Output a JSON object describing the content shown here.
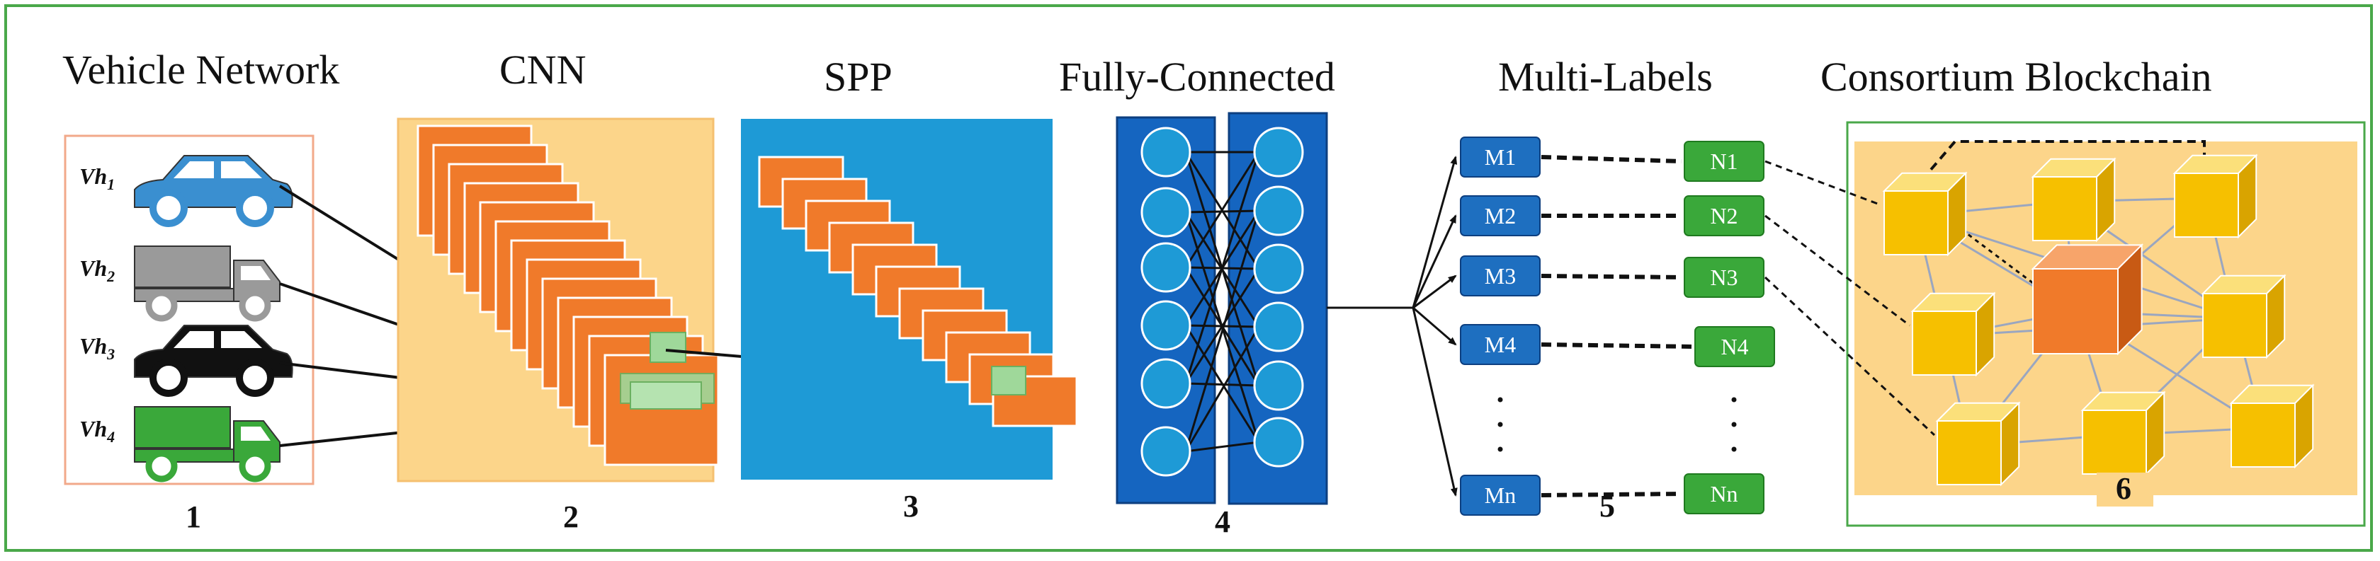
{
  "stages": {
    "vehicle_network": "Vehicle  Network",
    "cnn": "CNN",
    "spp": "SPP",
    "fully_connected": "Fully-Connected",
    "multi_labels": "Multi-Labels",
    "blockchain": "Consortium Blockchain"
  },
  "numbers": {
    "n1": "1",
    "n2": "2",
    "n3": "3",
    "n4": "4",
    "n5": "5",
    "n6": "6"
  },
  "vehicles": [
    {
      "base": "Vh",
      "sub": "1",
      "color": "#3a8fd0",
      "kind": "car"
    },
    {
      "base": "Vh",
      "sub": "2",
      "color": "#9a9a9a",
      "kind": "truck"
    },
    {
      "base": "Vh",
      "sub": "3",
      "color": "#111111",
      "kind": "car"
    },
    {
      "base": "Vh",
      "sub": "4",
      "color": "#3aa83a",
      "kind": "truck"
    }
  ],
  "m_labels": [
    "M1",
    "M2",
    "M3",
    "M4",
    "Mn"
  ],
  "n_labels": [
    "N1",
    "N2",
    "N3",
    "N4",
    "Nn"
  ],
  "colors": {
    "frame": "#4aa84a",
    "cnn_bg": "#fcd58a",
    "spp_bg": "#1e9ad6",
    "fc_bg": "#1565c0",
    "orange": "#f07a2a",
    "m_box": "#1e6fc0",
    "n_box": "#3aa83a",
    "block": "#f6c000",
    "center_block": "#f07a2a"
  }
}
